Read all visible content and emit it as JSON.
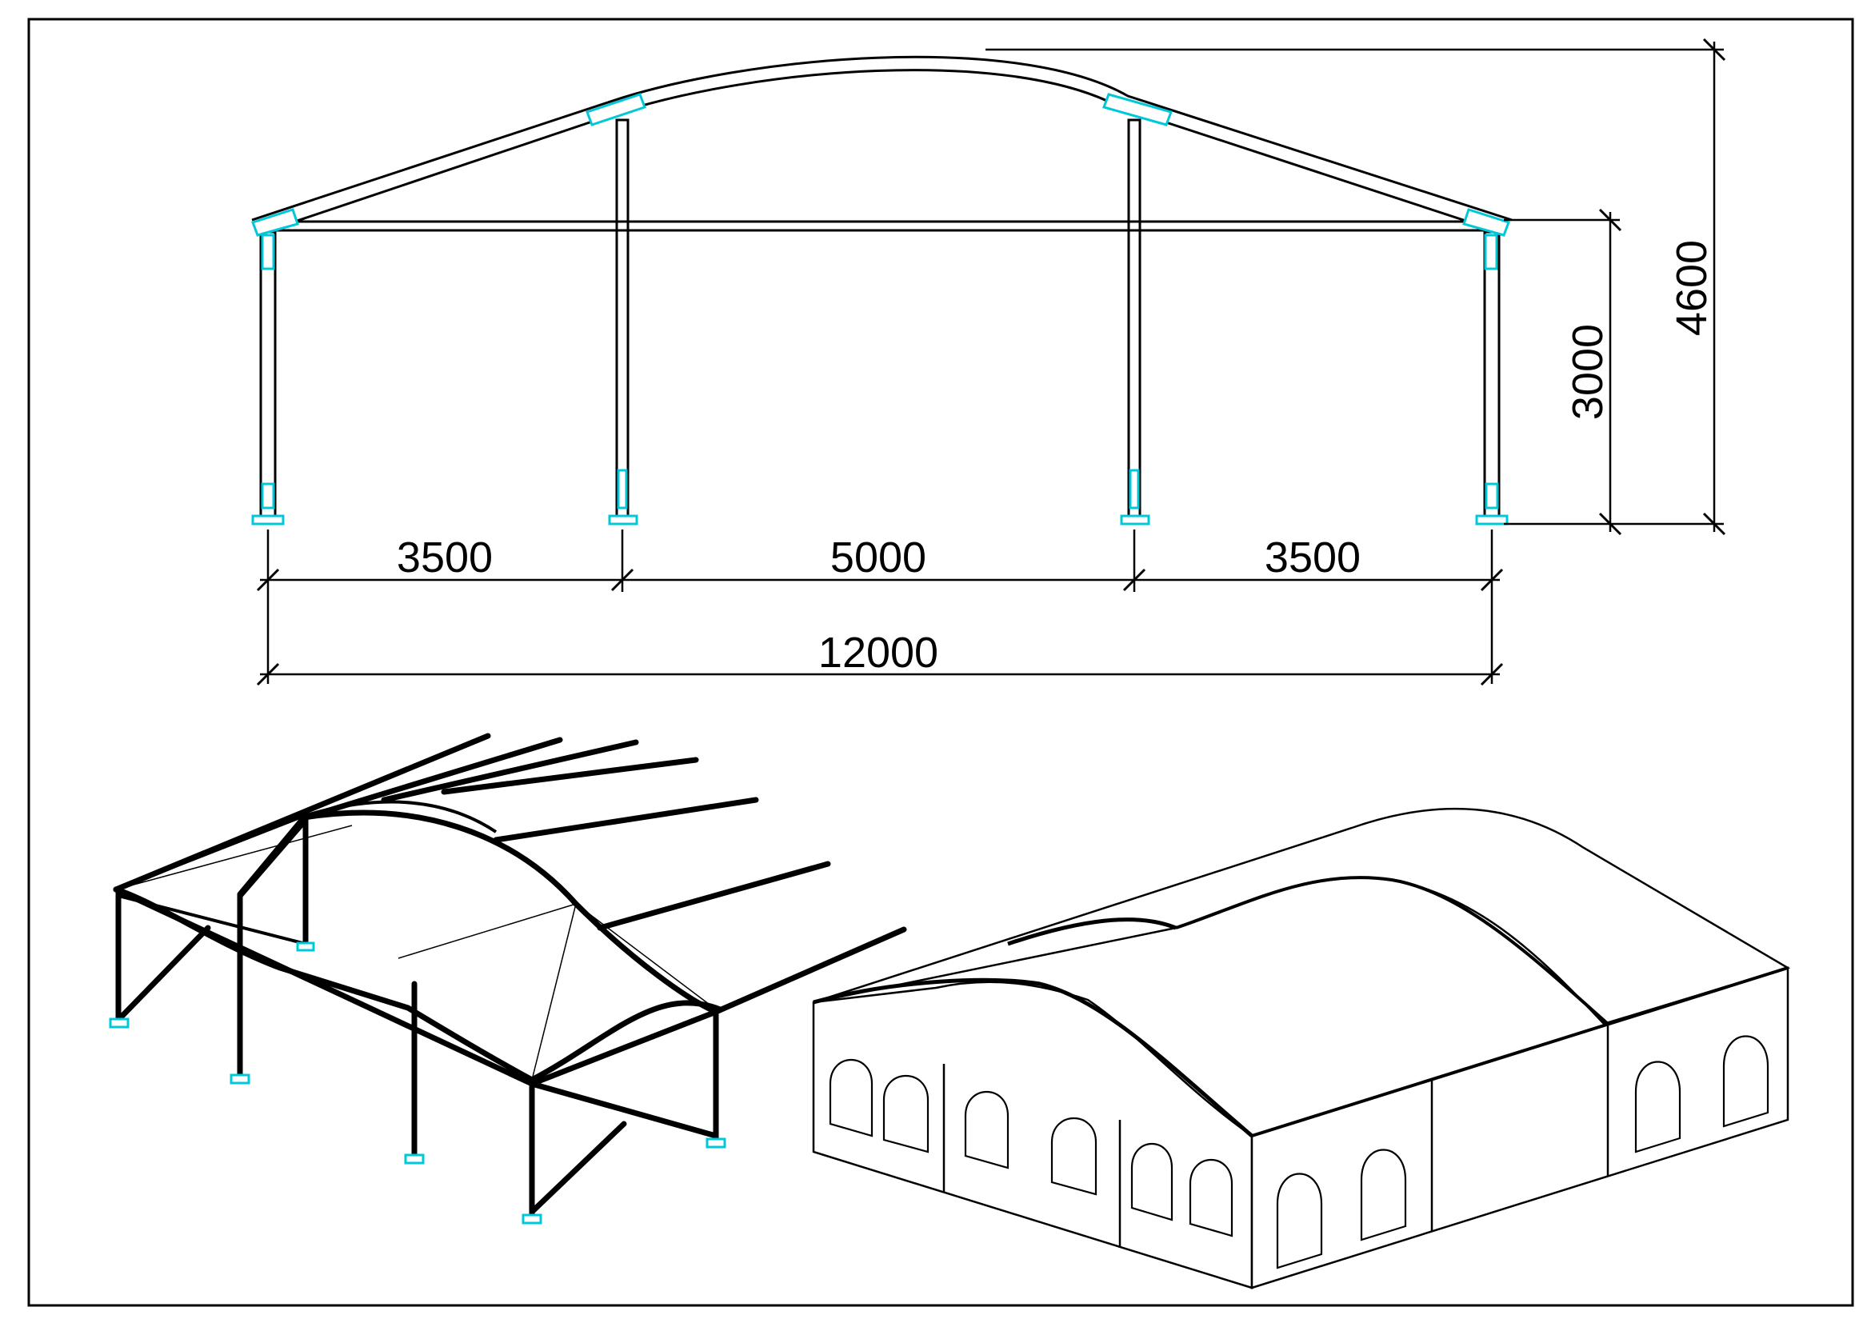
{
  "elevation": {
    "dimensions": {
      "span_left": "3500",
      "span_middle": "5000",
      "span_right": "3500",
      "span_total": "12000",
      "eave_height": "3000",
      "ridge_height": "4600"
    }
  },
  "colors": {
    "line": "#000000",
    "fitting_accent": "#00c8d8",
    "background": "#ffffff"
  }
}
